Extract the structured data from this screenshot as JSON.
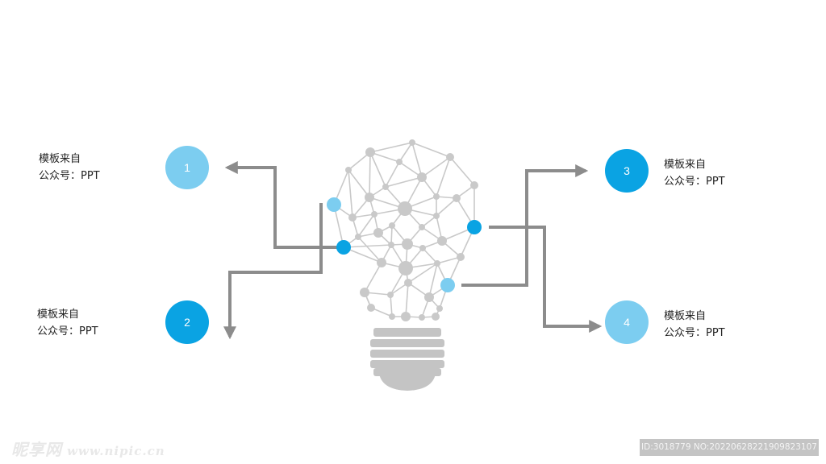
{
  "colors": {
    "light_blue": "#7ccdf0",
    "dark_blue": "#0aa3e3",
    "arrow_gray": "#8c8c8c",
    "mesh_gray": "#c9c9c9",
    "bulb_base": "#c4c4c4"
  },
  "items": [
    {
      "number": "1",
      "line1": "模板来自",
      "line2": "公众号：PPT",
      "color": "light_blue"
    },
    {
      "number": "2",
      "line1": "模板来自",
      "line2": "公众号：PPT",
      "color": "dark_blue"
    },
    {
      "number": "3",
      "line1": "模板来自",
      "line2": "公众号：PPT",
      "color": "dark_blue"
    },
    {
      "number": "4",
      "line1": "模板来自",
      "line2": "公众号：PPT",
      "color": "light_blue"
    }
  ],
  "icons": {
    "bulb": "lightbulb-network-icon",
    "arrow": "elbow-arrow-icon"
  },
  "watermark": {
    "brand": "昵享网",
    "url": "www.nipic.cn"
  },
  "image_id": "ID:3018779 NO:20220628221909823107"
}
